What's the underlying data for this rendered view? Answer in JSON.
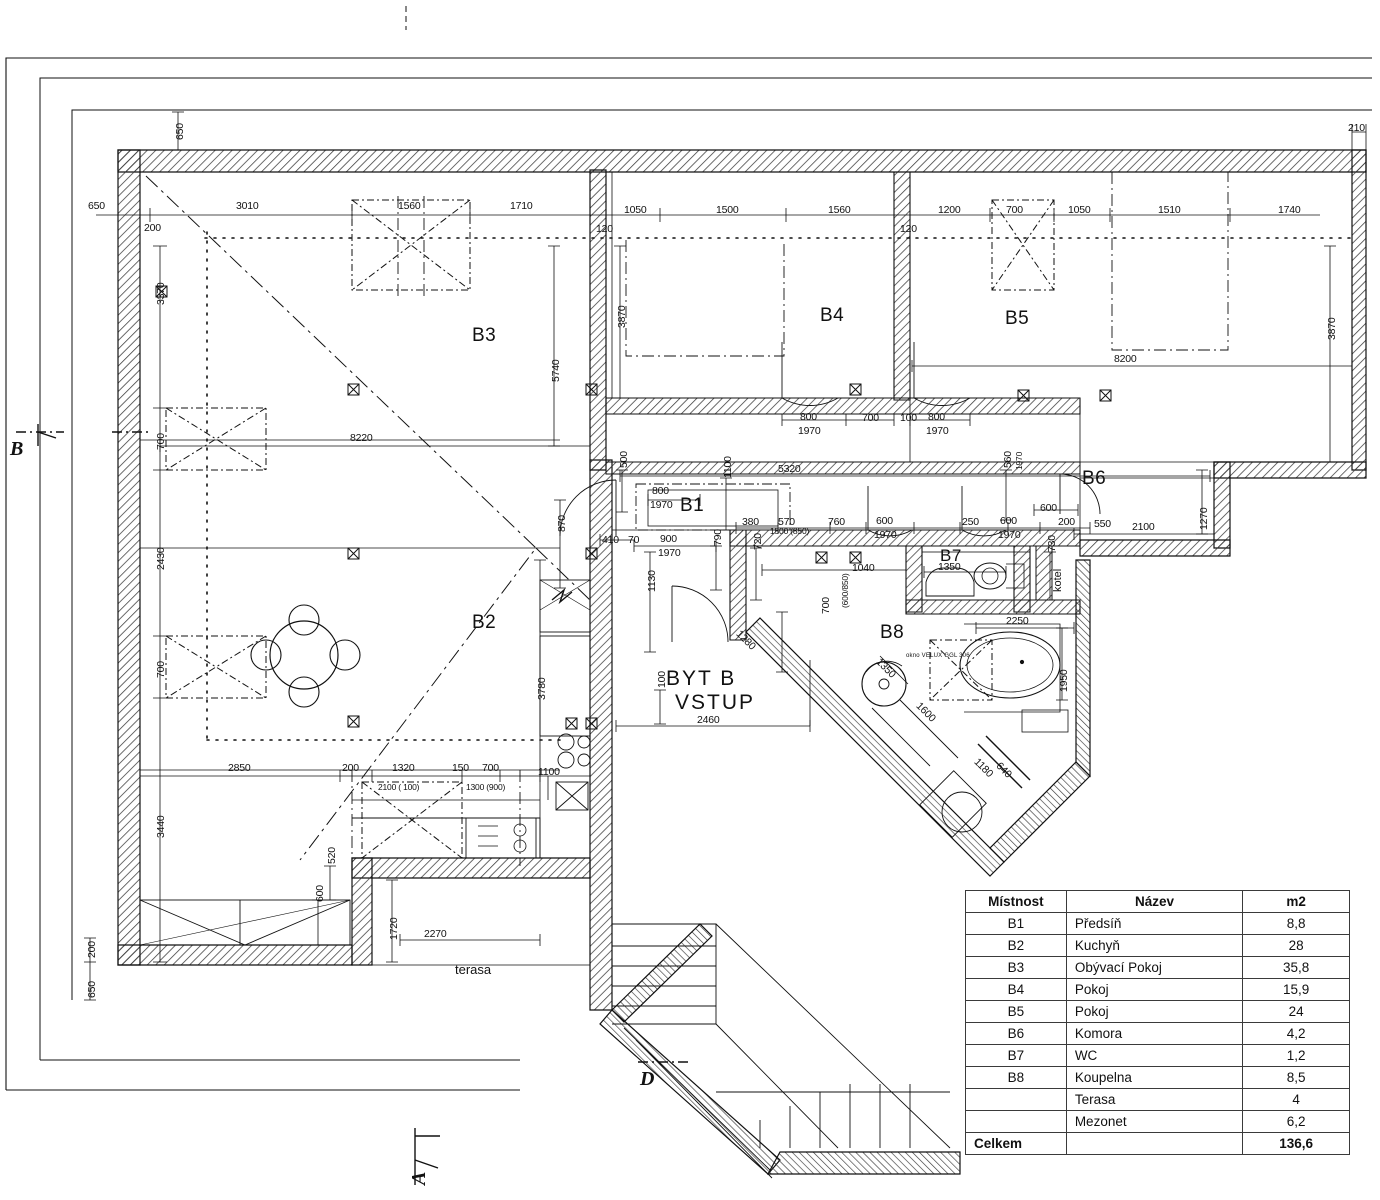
{
  "drawing": {
    "type": "architectural-floor-plan",
    "title_present": false,
    "units": "mm"
  },
  "rooms": [
    {
      "code": "B1",
      "label": "B1"
    },
    {
      "code": "B2",
      "label": "B2"
    },
    {
      "code": "B3",
      "label": "B3"
    },
    {
      "code": "B4",
      "label": "B4"
    },
    {
      "code": "B5",
      "label": "B5"
    },
    {
      "code": "B6",
      "label": "B6"
    },
    {
      "code": "B7",
      "label": "B7"
    },
    {
      "code": "B8",
      "label": "B8"
    }
  ],
  "annotations": {
    "entry_line1": "BYT  B",
    "entry_line2": "VSTUP",
    "entry_dim": "2460",
    "terrace": "terasa",
    "boiler": "kotel",
    "skylight": "okno VELUX GGL 306",
    "section_b": "B",
    "section_a": "A",
    "section_d": "D"
  },
  "dimensions": {
    "top_chain": [
      "650",
      "3010",
      "1560",
      "1710",
      "1050",
      "1500",
      "1560",
      "1200",
      "700",
      "1050",
      "1510",
      "1740"
    ],
    "top_left_offset": "650",
    "top_left_200": "200",
    "top_right_210": "210",
    "wall_thickness_a": "120",
    "wall_thickness_b": "120",
    "left_chain": [
      "3370",
      "700",
      "2430",
      "700",
      "3440"
    ],
    "left_650": "650",
    "left_200": "200",
    "bottom_chain": [
      "2850",
      "200",
      "1320",
      "150",
      "700"
    ],
    "bottom_sub_1": "2100 ( 100)",
    "bottom_sub_2": "1300 (900)",
    "bottom_1100": "1100",
    "interior_8220": "8220",
    "interior_5740": "5740",
    "interior_3870_left": "3870",
    "interior_3870_right": "3870",
    "interior_8200": "8200",
    "interior_5320": "5320",
    "interior_2100": "2100",
    "interior_1270": "1270",
    "interior_2250": "2250",
    "interior_1950": "1950",
    "interior_1350": "1350",
    "interior_1040": "1040",
    "interior_1100": "1100",
    "interior_870": "870",
    "interior_1130": "1130",
    "interior_100": "100",
    "interior_3780": "3780",
    "interior_1720": "1720",
    "interior_2270": "2270",
    "interior_520": "520",
    "interior_600b": "600",
    "interior_730": "730",
    "interior_720": "720",
    "interior_790": "790",
    "interior_500": "500",
    "interior_560": "560",
    "interior_410": "410",
    "interior_70": "70",
    "interior_380": "380",
    "interior_570": "570",
    "interior_760": "760",
    "interior_250": "250",
    "interior_200c": "200",
    "interior_550": "550",
    "interior_600c": "600",
    "interior_1280": "1280",
    "interior_1350b": "1350",
    "interior_1600": "1600",
    "interior_1180": "1180",
    "interior_640": "640",
    "interior_1500_850": "1500 (850)",
    "interior_600_850": "(600/850)",
    "interior_700b": "700"
  },
  "doors": [
    {
      "w": "800",
      "h": "1970"
    },
    {
      "w": "800",
      "h": "1970"
    },
    {
      "w": "800",
      "h": "1970"
    },
    {
      "w": "900",
      "h": "1970"
    },
    {
      "w": "600",
      "h": "1970"
    },
    {
      "w": "600",
      "h": "1970"
    },
    {
      "w": "560",
      "h": "1970"
    }
  ],
  "door_gap_700": "700",
  "door_gap_100": "100",
  "table": {
    "headers": [
      "Místnost",
      "Název",
      "m2"
    ],
    "rows": [
      {
        "code": "B1",
        "name": "Předsíň",
        "area": "8,8"
      },
      {
        "code": "B2",
        "name": "Kuchyň",
        "area": "28"
      },
      {
        "code": "B3",
        "name": "Obývací Pokoj",
        "area": "35,8"
      },
      {
        "code": "B4",
        "name": "Pokoj",
        "area": "15,9"
      },
      {
        "code": "B5",
        "name": "Pokoj",
        "area": "24"
      },
      {
        "code": "B6",
        "name": "Komora",
        "area": "4,2"
      },
      {
        "code": "B7",
        "name": "WC",
        "area": "1,2"
      },
      {
        "code": "B8",
        "name": "Koupelna",
        "area": "8,5"
      },
      {
        "code": "",
        "name": "Terasa",
        "area": "4"
      },
      {
        "code": "",
        "name": "Mezonet",
        "area": "6,2"
      }
    ],
    "total_label": "Celkem",
    "total_value": "136,6"
  },
  "colors": {
    "ink": "#111111",
    "wall_hatch": "#555555",
    "paper": "#ffffff"
  }
}
